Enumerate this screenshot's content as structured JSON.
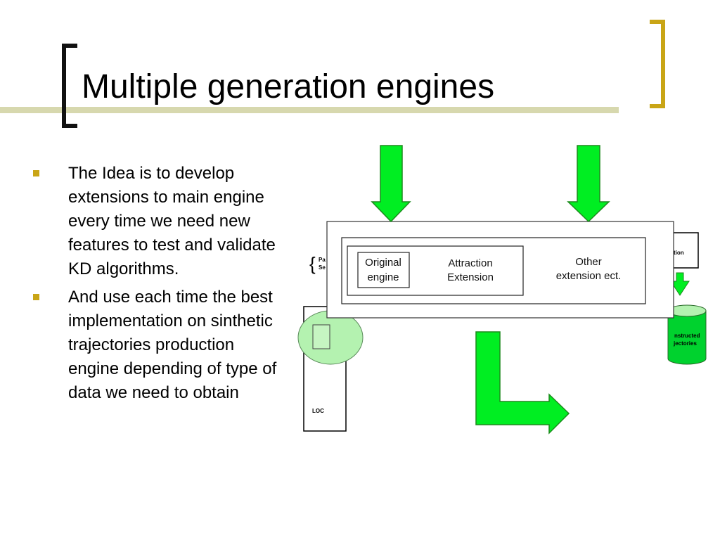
{
  "slide": {
    "title": "Multiple generation engines",
    "bullets": [
      "The Idea is to develop extensions to main engine every time we need new features to test and validate KD algorithms.",
      "And use each time the best implementation on sinthetic trajectories production engine depending of type of data we need to obtain"
    ]
  },
  "diagram": {
    "engine_boxes": [
      "Original engine",
      "Attraction Extension",
      "Other extension ect."
    ],
    "background_fragments": {
      "brace_label_line1": "Pa",
      "brace_label_line2": "Se",
      "left_box_label": "LOC",
      "right_box_label": "tion",
      "db_label_line1": "nstructed",
      "db_label_line2": "jectories"
    }
  },
  "colors": {
    "arrow_fill": "#00ee22",
    "accent_gold": "#c9a516",
    "title_band": "#d7d8ae",
    "bg_green": "#b4f2b0"
  }
}
